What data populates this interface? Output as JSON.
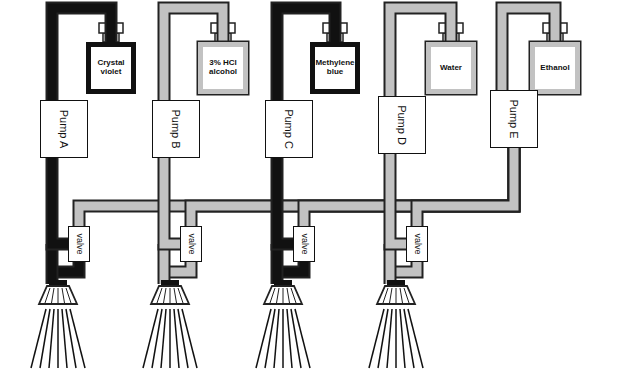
{
  "diagram": {
    "nodes": [
      {
        "text": [
          "Crystal violet"
        ]
      },
      {
        "text": [
          "3% HCl alcohol"
        ]
      },
      {
        "text": [
          "Methylene blue"
        ]
      },
      {
        "text": [
          "Water"
        ]
      },
      {
        "text": [
          "Ethanol"
        ]
      },
      {
        "text": [
          "Pump A"
        ]
      },
      {
        "text": [
          "Pump B"
        ]
      },
      {
        "text": [
          "Pump C"
        ]
      },
      {
        "text": [
          "Pump D"
        ]
      },
      {
        "text": [
          "Pump E"
        ]
      },
      {
        "text": [
          "valve"
        ]
      },
      {
        "text": [
          "valve"
        ]
      },
      {
        "text": [
          "valve"
        ]
      },
      {
        "text": [
          "valve"
        ]
      }
    ],
    "edges": [
      {
        "from": 0,
        "to": 5,
        "arrow": "none"
      },
      {
        "from": 1,
        "to": 6,
        "arrow": "none"
      },
      {
        "from": 2,
        "to": 7,
        "arrow": "none"
      },
      {
        "from": 3,
        "to": 8,
        "arrow": "none"
      },
      {
        "from": 4,
        "to": 9,
        "arrow": "none"
      },
      {
        "from": 9,
        "to": 10,
        "arrow": "none"
      },
      {
        "from": 9,
        "to": 11,
        "arrow": "none"
      },
      {
        "from": 9,
        "to": 12,
        "arrow": "none"
      },
      {
        "from": 9,
        "to": 13,
        "arrow": "none"
      },
      {
        "from": 5,
        "to": 10,
        "arrow": "none"
      },
      {
        "from": 6,
        "to": 11,
        "arrow": "none"
      },
      {
        "from": 7,
        "to": 12,
        "arrow": "none"
      },
      {
        "from": 8,
        "to": 13,
        "arrow": "none"
      }
    ]
  }
}
